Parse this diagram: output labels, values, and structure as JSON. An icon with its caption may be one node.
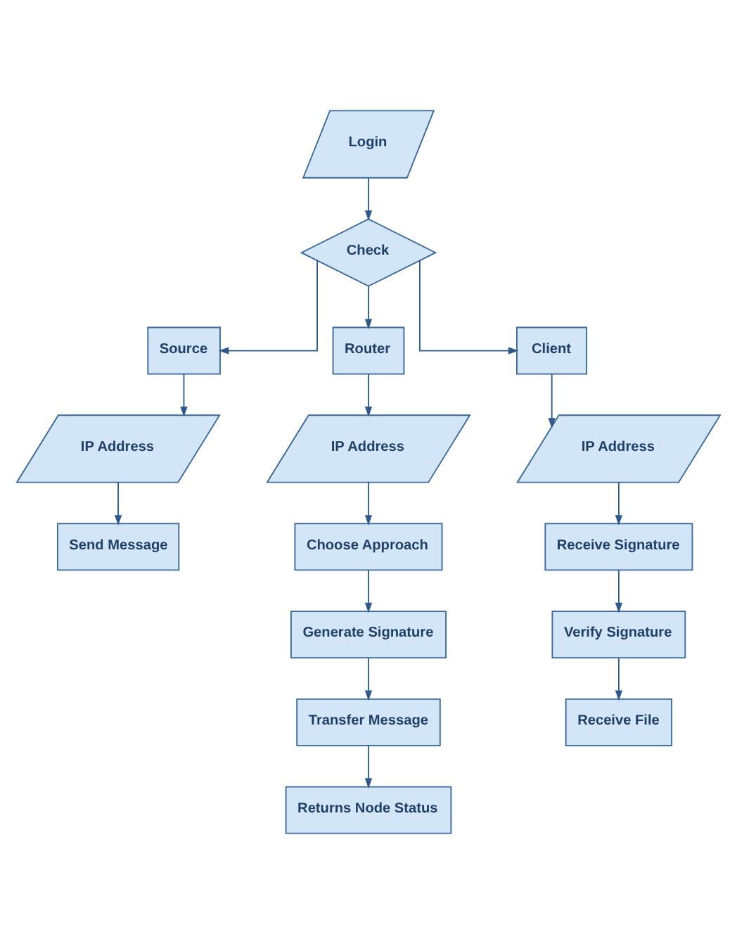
{
  "diagram": {
    "nodes": [
      {
        "text": [
          "Login"
        ]
      },
      {
        "text": [
          "Check"
        ]
      },
      {
        "text": [
          "Source"
        ]
      },
      {
        "text": [
          "Router"
        ]
      },
      {
        "text": [
          "Client"
        ]
      },
      {
        "text": [
          "IP Address"
        ]
      },
      {
        "text": [
          "IP Address"
        ]
      },
      {
        "text": [
          "IP Address"
        ]
      },
      {
        "text": [
          "Send Message"
        ]
      },
      {
        "text": [
          "Choose Approach"
        ]
      },
      {
        "text": [
          "Receive Signature"
        ]
      },
      {
        "text": [
          "Generate Signature"
        ]
      },
      {
        "text": [
          "Verify Signature"
        ]
      },
      {
        "text": [
          "Transfer Message"
        ]
      },
      {
        "text": [
          "Receive File"
        ]
      },
      {
        "text": [
          "Returns Node Status"
        ]
      }
    ],
    "edges": [
      {
        "from": 0,
        "to": 1,
        "arrow": "to"
      },
      {
        "from": 1,
        "to": 2,
        "arrow": "to"
      },
      {
        "from": 1,
        "to": 3,
        "arrow": "to"
      },
      {
        "from": 1,
        "to": 4,
        "arrow": "to"
      },
      {
        "from": 2,
        "to": 5,
        "arrow": "to"
      },
      {
        "from": 3,
        "to": 6,
        "arrow": "to"
      },
      {
        "from": 4,
        "to": 7,
        "arrow": "to"
      },
      {
        "from": 5,
        "to": 8,
        "arrow": "to"
      },
      {
        "from": 6,
        "to": 9,
        "arrow": "to"
      },
      {
        "from": 9,
        "to": 11,
        "arrow": "to"
      },
      {
        "from": 11,
        "to": 13,
        "arrow": "to"
      },
      {
        "from": 13,
        "to": 15,
        "arrow": "to"
      },
      {
        "from": 7,
        "to": 10,
        "arrow": "to"
      },
      {
        "from": 10,
        "to": 12,
        "arrow": "to"
      },
      {
        "from": 12,
        "to": 14,
        "arrow": "to"
      }
    ]
  }
}
